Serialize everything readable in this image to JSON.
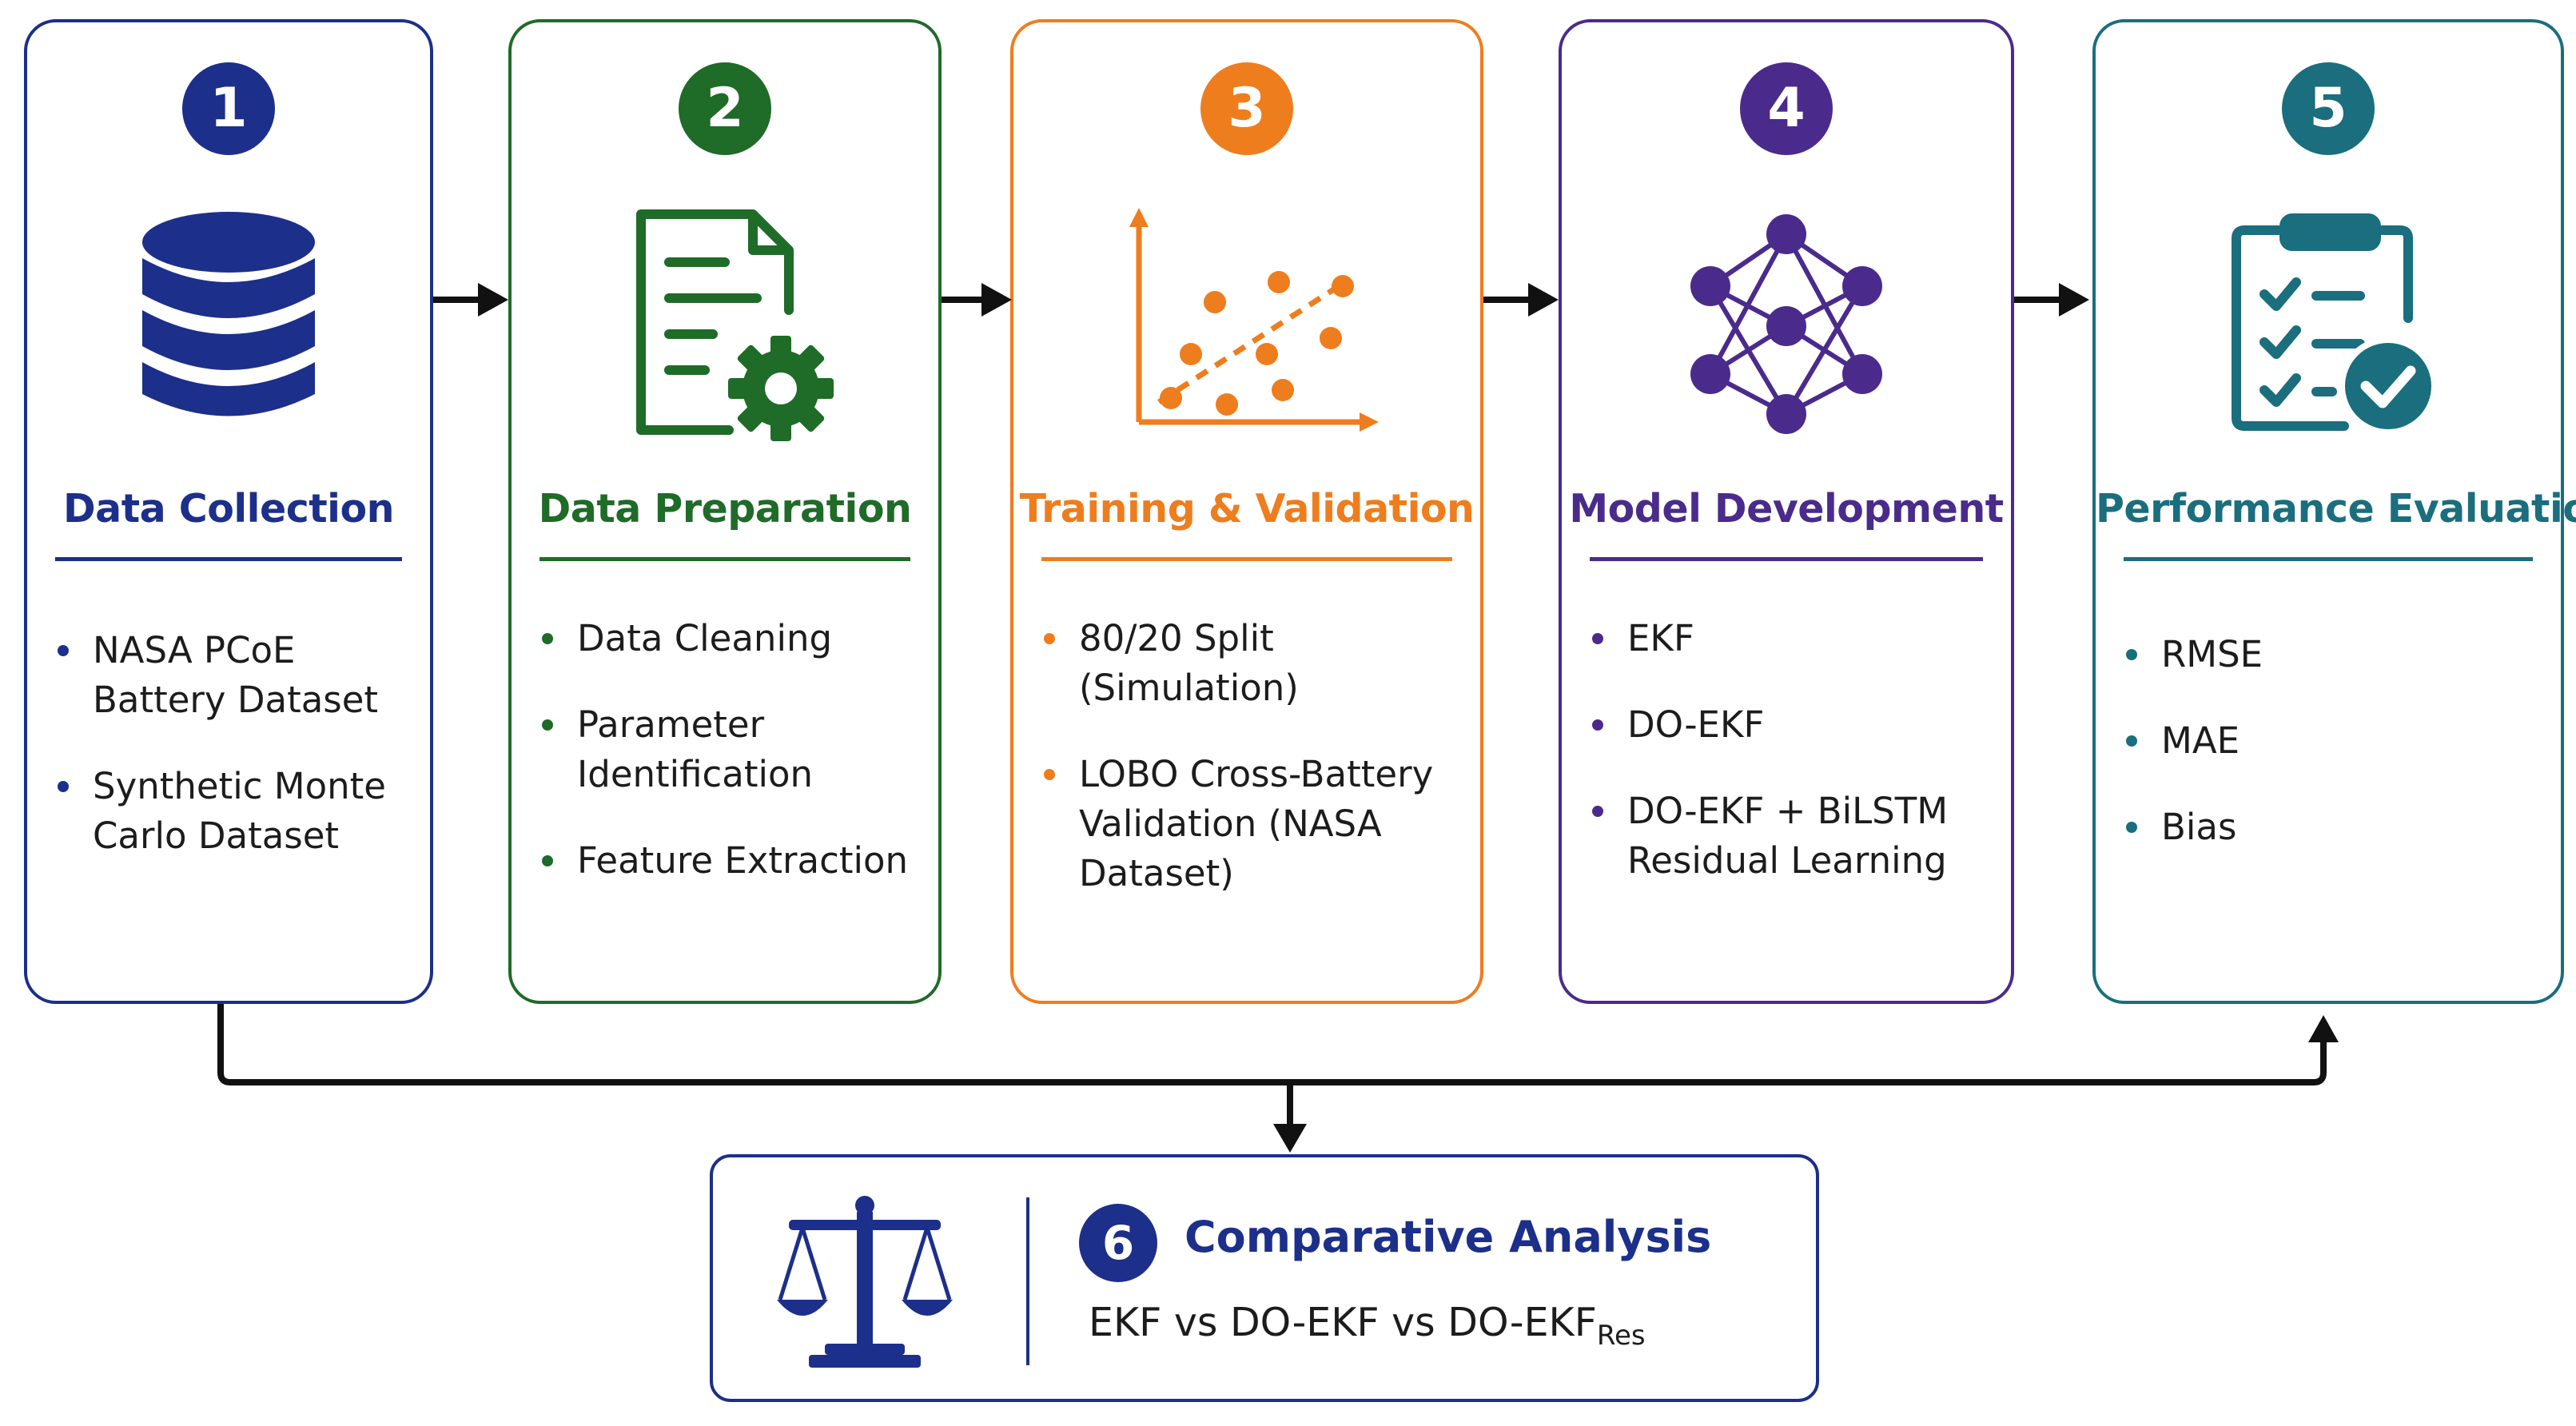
{
  "steps": [
    {
      "number": "1",
      "title": "Data Collection",
      "color": "#1c2f8a",
      "icon": "database-icon",
      "items": [
        "NASA PCoE Battery Dataset",
        "Synthetic Monte Carlo Dataset"
      ]
    },
    {
      "number": "2",
      "title": "Data Preparation",
      "color": "#1f6b28",
      "icon": "document-gear-icon",
      "items": [
        "Data Cleaning",
        "Parameter Identification",
        "Feature Extraction"
      ]
    },
    {
      "number": "3",
      "title": "Training & Validation",
      "color": "#ee7d1e",
      "icon": "scatter-plot-icon",
      "items": [
        "80/20 Split (Simulation)",
        "LOBO Cross-Battery Validation (NASA Dataset)"
      ]
    },
    {
      "number": "4",
      "title": "Model Development",
      "color": "#4a2b8c",
      "icon": "neural-network-icon",
      "items": [
        "EKF",
        "DO-EKF",
        "DO-EKF + BiLSTM Residual Learning"
      ]
    },
    {
      "number": "5",
      "title": "Performance Evaluation",
      "color": "#1a6e7e",
      "icon": "clipboard-check-icon",
      "items": [
        "RMSE",
        "MAE",
        "Bias"
      ]
    }
  ],
  "comparative": {
    "number": "6",
    "title": "Comparative Analysis",
    "comparison_text": "EKF vs DO-EKF vs DO-EKF",
    "comparison_subscript": "Res",
    "color": "#1c2f8a",
    "icon": "scales-icon"
  }
}
